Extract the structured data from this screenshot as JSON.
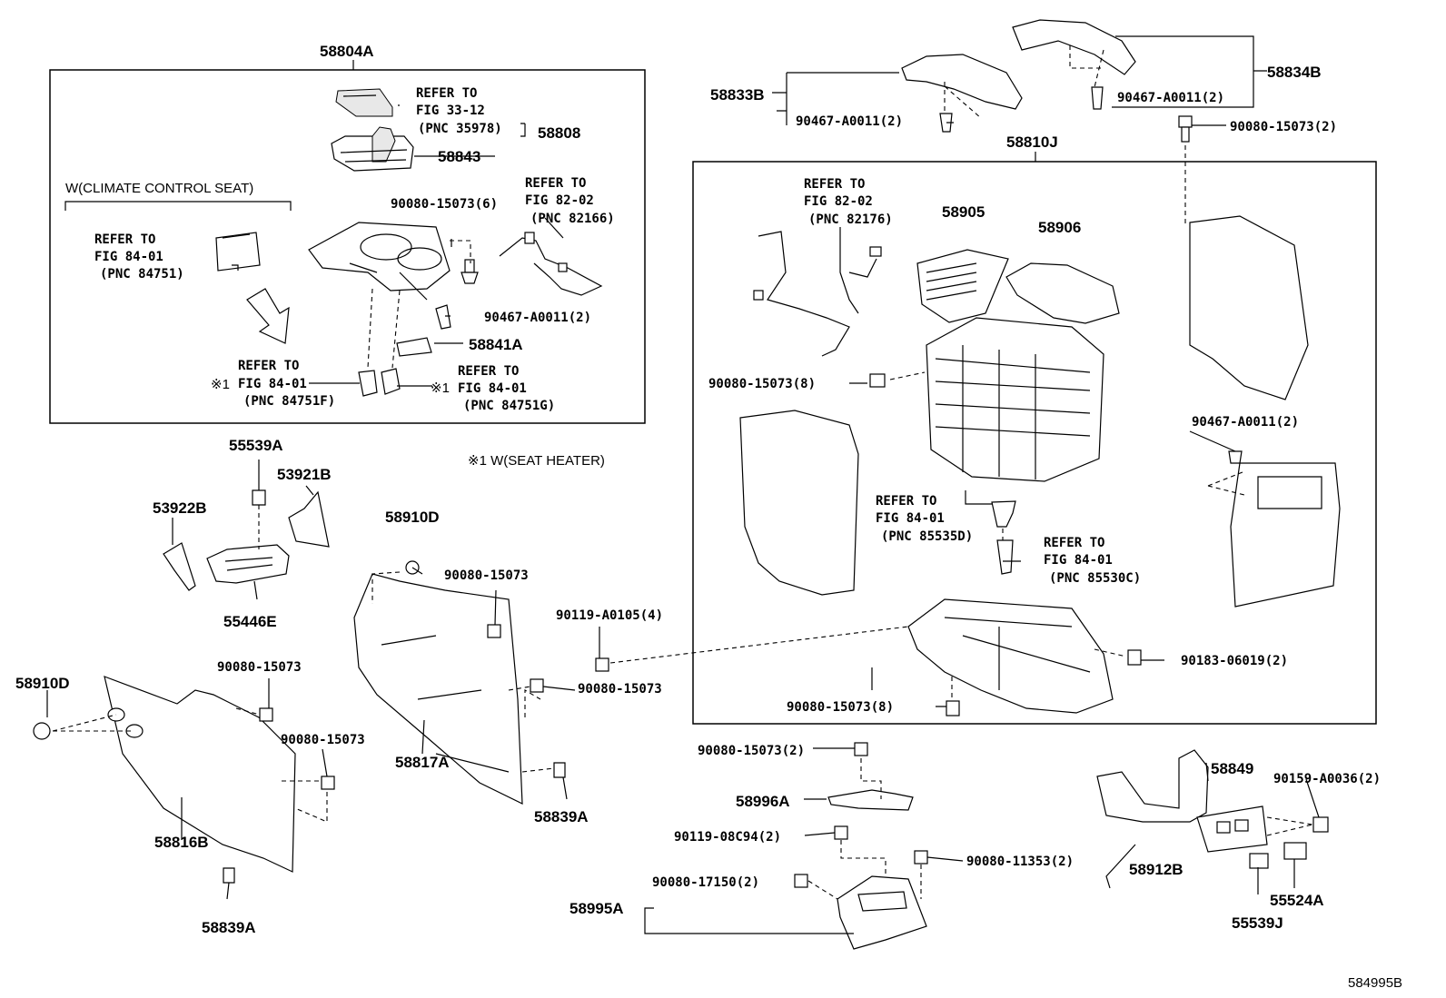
{
  "labels": {
    "l_58804A": "58804A",
    "l_refer_33_12_a": "REFER TO",
    "l_refer_33_12_b": "FIG 33-12",
    "l_refer_33_12_c": "(PNC 35978)",
    "l_58808": "58808",
    "l_58843": "58843",
    "l_wclimate": "W(CLIMATE CONTROL SEAT)",
    "l_refer_84_01_a1": "REFER TO",
    "l_refer_84_01_a2": "FIG 84-01",
    "l_refer_84_01_a3": "(PNC 84751)",
    "l_90080_15073_6": "90080-15073(6)",
    "l_refer_82_02_a1": "REFER TO",
    "l_refer_82_02_a2": "FIG 82-02",
    "l_refer_82_02_a3": "(PNC 82166)",
    "l_90467_A0011_2a": "90467-A0011(2)",
    "l_58841A": "58841A",
    "l_refer_f_1": "REFER TO",
    "l_refer_f_2": "FIG 84-01",
    "l_refer_f_3": "(PNC 84751F)",
    "l_mark1a": "※1",
    "l_refer_g_1": "REFER TO",
    "l_refer_g_2": "FIG 84-01",
    "l_refer_g_3": "(PNC 84751G)",
    "l_mark1b": "※1",
    "l_seatheater": "※1 W(SEAT HEATER)",
    "l_58833B": "58833B",
    "l_90467_A0011_2b": "90467-A0011(2)",
    "l_90467_A0011_2c": "90467-A0011(2)",
    "l_58834B": "58834B",
    "l_90080_15073_2a": "90080-15073(2)",
    "l_58810J": "58810J",
    "l_refer_82_02_b1": "REFER TO",
    "l_refer_82_02_b2": "FIG 82-02",
    "l_refer_82_02_b3": "(PNC 82176)",
    "l_58905": "58905",
    "l_58906": "58906",
    "l_90080_15073_8a": "90080-15073(8)",
    "l_90467_A0011_2d": "90467-A0011(2)",
    "l_refer_85535_1": "REFER TO",
    "l_refer_85535_2": "FIG 84-01",
    "l_refer_85535_3": "(PNC 85535D)",
    "l_refer_85530_1": "REFER TO",
    "l_refer_85530_2": "FIG 84-01",
    "l_refer_85530_3": "(PNC 85530C)",
    "l_90183_06019_2": "90183-06019(2)",
    "l_90080_15073_8b": "90080-15073(8)",
    "l_55539A": "55539A",
    "l_53921B": "53921B",
    "l_53922B": "53922B",
    "l_55446E": "55446E",
    "l_58910D_a": "58910D",
    "l_90080_15073_a": "90080-15073",
    "l_90119_A0105_4": "90119-A0105(4)",
    "l_90080_15073_b": "90080-15073",
    "l_58817A": "58817A",
    "l_58839A_a": "58839A",
    "l_58910D_b": "58910D",
    "l_90080_15073_c": "90080-15073",
    "l_90080_15073_d": "90080-15073",
    "l_58816B": "58816B",
    "l_58839A_b": "58839A",
    "l_90080_15073_2b": "90080-15073(2)",
    "l_58996A": "58996A",
    "l_90119_08C94_2": "90119-08C94(2)",
    "l_90080_11353_2": "90080-11353(2)",
    "l_90080_17150_2": "90080-17150(2)",
    "l_58995A": "58995A",
    "l_58849": "58849",
    "l_90159_A0036_2": "90159-A0036(2)",
    "l_58912B": "58912B",
    "l_55524A": "55524A",
    "l_55539J": "55539J",
    "l_diagram_id": "584995B"
  }
}
